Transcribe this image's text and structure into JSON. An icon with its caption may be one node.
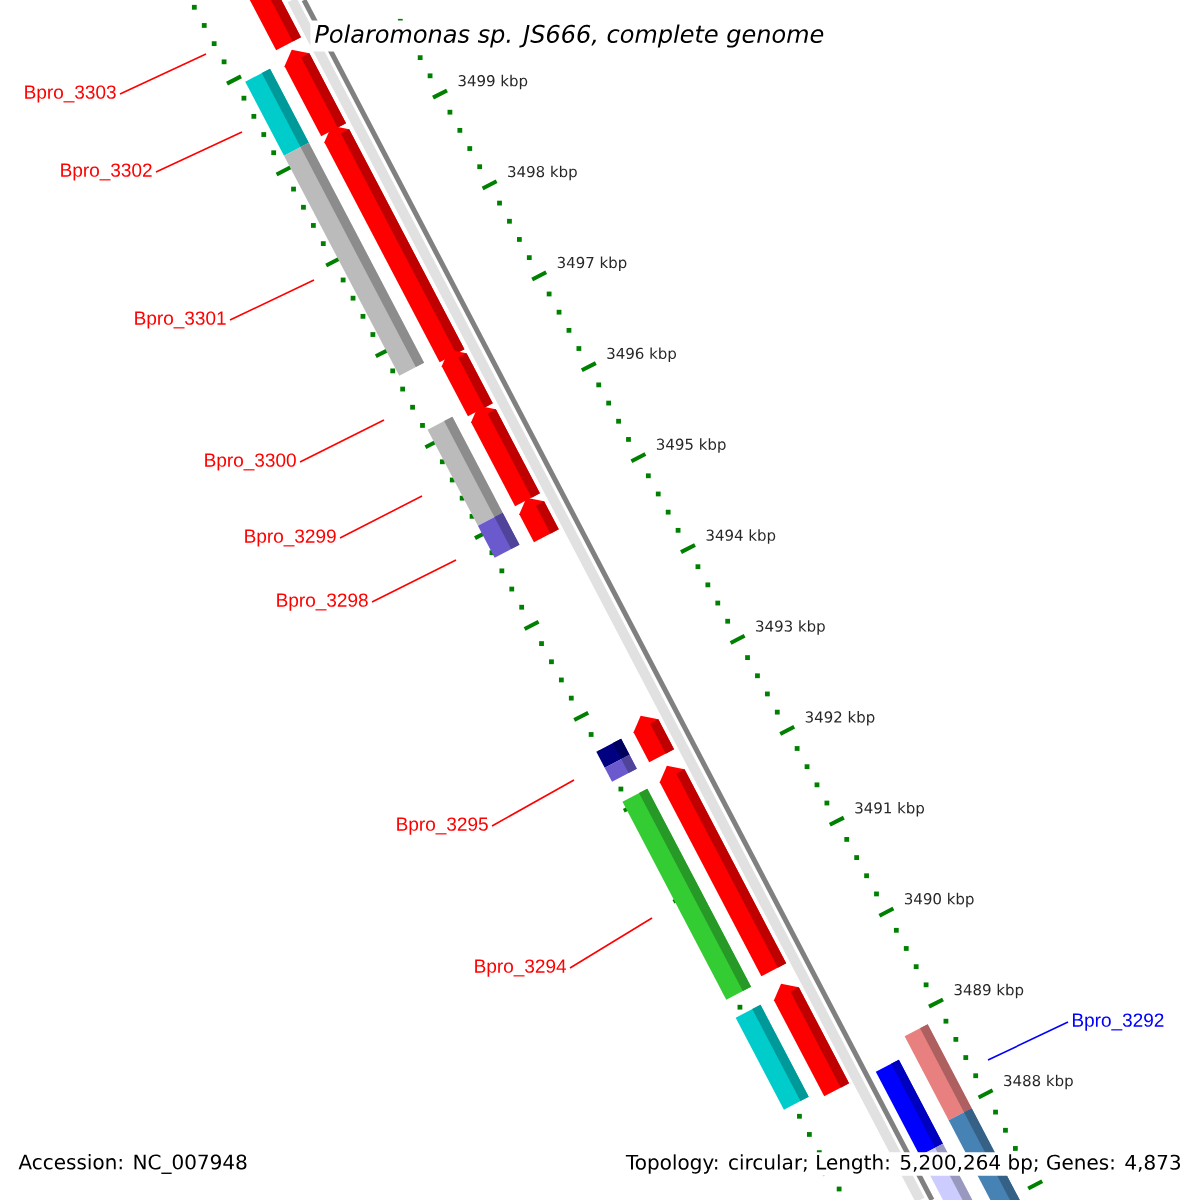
{
  "diagram": {
    "title": "Polaromonas sp. JS666, complete genome",
    "nodes": [
      {
        "text": [
          "Bpro_3303"
        ]
      },
      {
        "text": [
          "Bpro_3302"
        ]
      },
      {
        "text": [
          "Bpro_3301"
        ]
      },
      {
        "text": [
          "Bpro_3300"
        ]
      },
      {
        "text": [
          "Bpro_3299"
        ]
      },
      {
        "text": [
          "Bpro_3298"
        ]
      },
      {
        "text": [
          "Bpro_3295"
        ]
      },
      {
        "text": [
          "Bpro_3294"
        ]
      },
      {
        "text": [
          "Bpro_3292"
        ]
      }
    ],
    "edges": [
      {
        "from": 0,
        "to": null,
        "arrow": "none"
      },
      {
        "from": 1,
        "to": null,
        "arrow": "none"
      },
      {
        "from": 2,
        "to": null,
        "arrow": "none"
      },
      {
        "from": 3,
        "to": null,
        "arrow": "none"
      },
      {
        "from": 4,
        "to": null,
        "arrow": "none"
      },
      {
        "from": 5,
        "to": null,
        "arrow": "none"
      },
      {
        "from": 6,
        "to": null,
        "arrow": "none"
      },
      {
        "from": 7,
        "to": null,
        "arrow": "none"
      },
      {
        "from": 8,
        "to": null,
        "arrow": "none",
        "color": "#0000ff"
      }
    ],
    "labels": [
      "3499 kbp",
      "3498 kbp",
      "3497 kbp",
      "3496 kbp",
      "3495 kbp",
      "3494 kbp",
      "3493 kbp",
      "3492 kbp",
      "3491 kbp",
      "3490 kbp",
      "3489 kbp",
      "3488 kbp",
      "Accession: NC_007948",
      "Topology: circular; Length: 5,200,264 bp; Genes: 4,873"
    ]
  }
}
